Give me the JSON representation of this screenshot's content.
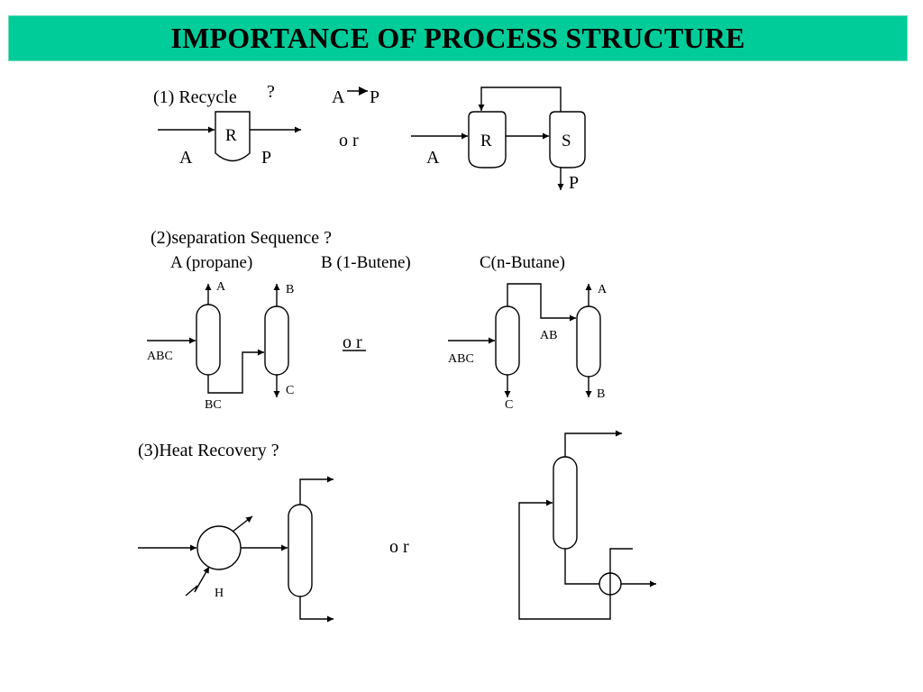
{
  "page_title": "IMPORTANCE OF PROCESS STRUCTURE",
  "recycle": {
    "heading": "(1) Recycle",
    "question": "?",
    "reaction_from": "A",
    "reaction_to": "P",
    "or": "o r",
    "left": {
      "reactor": "R",
      "feed": "A",
      "product": "P"
    },
    "right": {
      "reactor": "R",
      "separator": "S",
      "feed": "A",
      "product": "P"
    }
  },
  "separation": {
    "heading": "(2)separation Sequence ?",
    "comp_a": "A (propane)",
    "comp_b": "B (1-Butene)",
    "comp_c": "C(n-Butane)",
    "or": "o r",
    "left": {
      "feed": "ABC",
      "top1": "A",
      "mid": "BC",
      "top2": "B",
      "bottom2": "C"
    },
    "right": {
      "feed": "ABC",
      "bottom1": "C",
      "mid": "AB",
      "top2": "A",
      "bottom2": "B"
    }
  },
  "heat": {
    "heading": "(3)Heat Recovery ?",
    "heater": "H",
    "or": "o r"
  }
}
